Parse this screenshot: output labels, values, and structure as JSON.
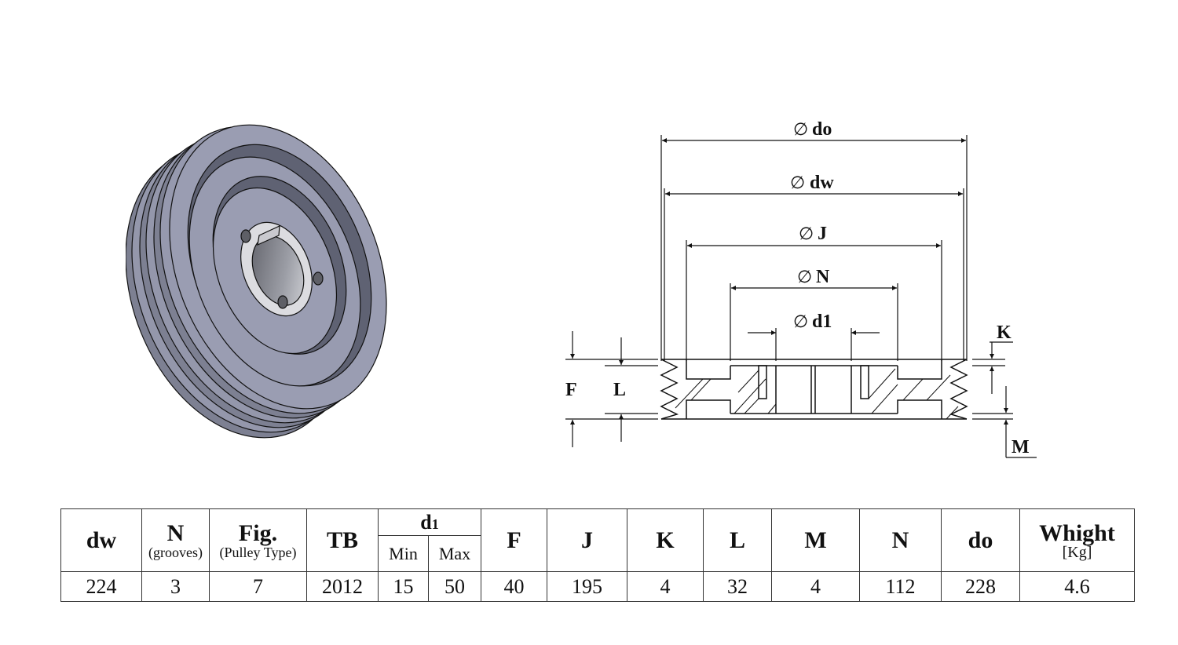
{
  "drawing": {
    "dimensions": {
      "do": "do",
      "dw": "dw",
      "J": "J",
      "N": "N",
      "d1": "d1",
      "F": "F",
      "L": "L",
      "K": "K",
      "M": "M"
    },
    "diameter_symbol": "∅"
  },
  "table": {
    "headers": {
      "dw": "dw",
      "N": "N",
      "N_sub": "(grooves)",
      "fig": "Fig.",
      "fig_sub": "(Pulley Type)",
      "tb": "TB",
      "d1": "d",
      "d1_sub": "1",
      "d1_min": "Min",
      "d1_max": "Max",
      "F": "F",
      "J": "J",
      "K": "K",
      "L": "L",
      "M": "M",
      "N2": "N",
      "do": "do",
      "weight": "Whight",
      "weight_unit": "[Kg]"
    },
    "row": {
      "dw": "224",
      "N": "3",
      "fig": "7",
      "tb": "2012",
      "d1_min": "15",
      "d1_max": "50",
      "F": "40",
      "J": "195",
      "K": "4",
      "L": "32",
      "M": "4",
      "N2": "112",
      "do": "228",
      "weight": "4.6"
    }
  }
}
